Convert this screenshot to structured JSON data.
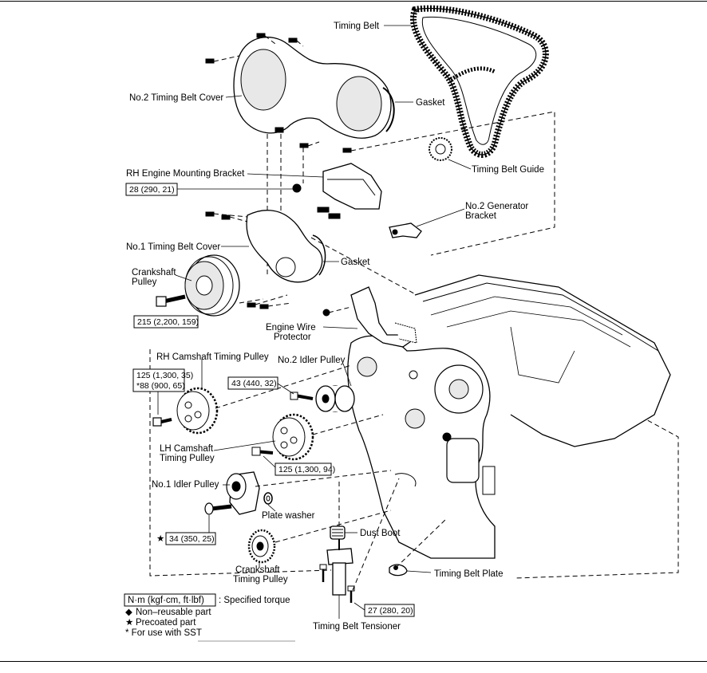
{
  "labels": {
    "timing_belt": "Timing Belt",
    "no2_timing_belt_cover": "No.2 Timing Belt Cover",
    "gasket_upper": "Gasket",
    "timing_belt_guide": "Timing Belt Guide",
    "rh_engine_mounting_bracket": "RH Engine Mounting Bracket",
    "no2_generator_bracket_l1": "No.2 Generator",
    "no2_generator_bracket_l2": "Bracket",
    "no1_timing_belt_cover": "No.1 Timing Belt Cover",
    "gasket_lower": "Gasket",
    "crankshaft_pulley_l1": "Crankshaft",
    "crankshaft_pulley_l2": "Pulley",
    "engine_wire_protector_l1": "Engine Wire",
    "engine_wire_protector_l2": "Protector",
    "rh_camshaft_timing_pulley": "RH Camshaft Timing Pulley",
    "no2_idler_pulley": "No.2 Idler Pulley",
    "lh_camshaft_timing_pulley_l1": "LH Camshaft",
    "lh_camshaft_timing_pulley_l2": "Timing Pulley",
    "no1_idler_pulley": "No.1 Idler Pulley",
    "plate_washer": "Plate washer",
    "dust_boot": "Dust Boot",
    "crankshaft_timing_pulley_l1": "Crankshaft",
    "crankshaft_timing_pulley_l2": "Timing Pulley",
    "timing_belt_plate": "Timing Belt Plate",
    "timing_belt_tensioner": "Timing Belt Tensioner"
  },
  "torque_boxes": {
    "t28": "28 (290, 21)",
    "t215": "215 (2,200, 159)",
    "t125a_l1": "125 (1,300, 35)",
    "t125a_l2": "*88 (900, 65)",
    "t43": "43 (440, 32)",
    "t125b": "125 (1,300, 94)",
    "t34": "34 (350, 25)",
    "t27": "27 (280, 20)"
  },
  "legend": {
    "unit_box": "N·m (kgf·cm, ft·lbf)",
    "unit_desc": ": Specified torque",
    "non_reusable": "Non–reusable part",
    "precoated": "Precoated part",
    "sst": "* For use with SST"
  },
  "symbols": {
    "diamond": "◆",
    "star": "★"
  }
}
